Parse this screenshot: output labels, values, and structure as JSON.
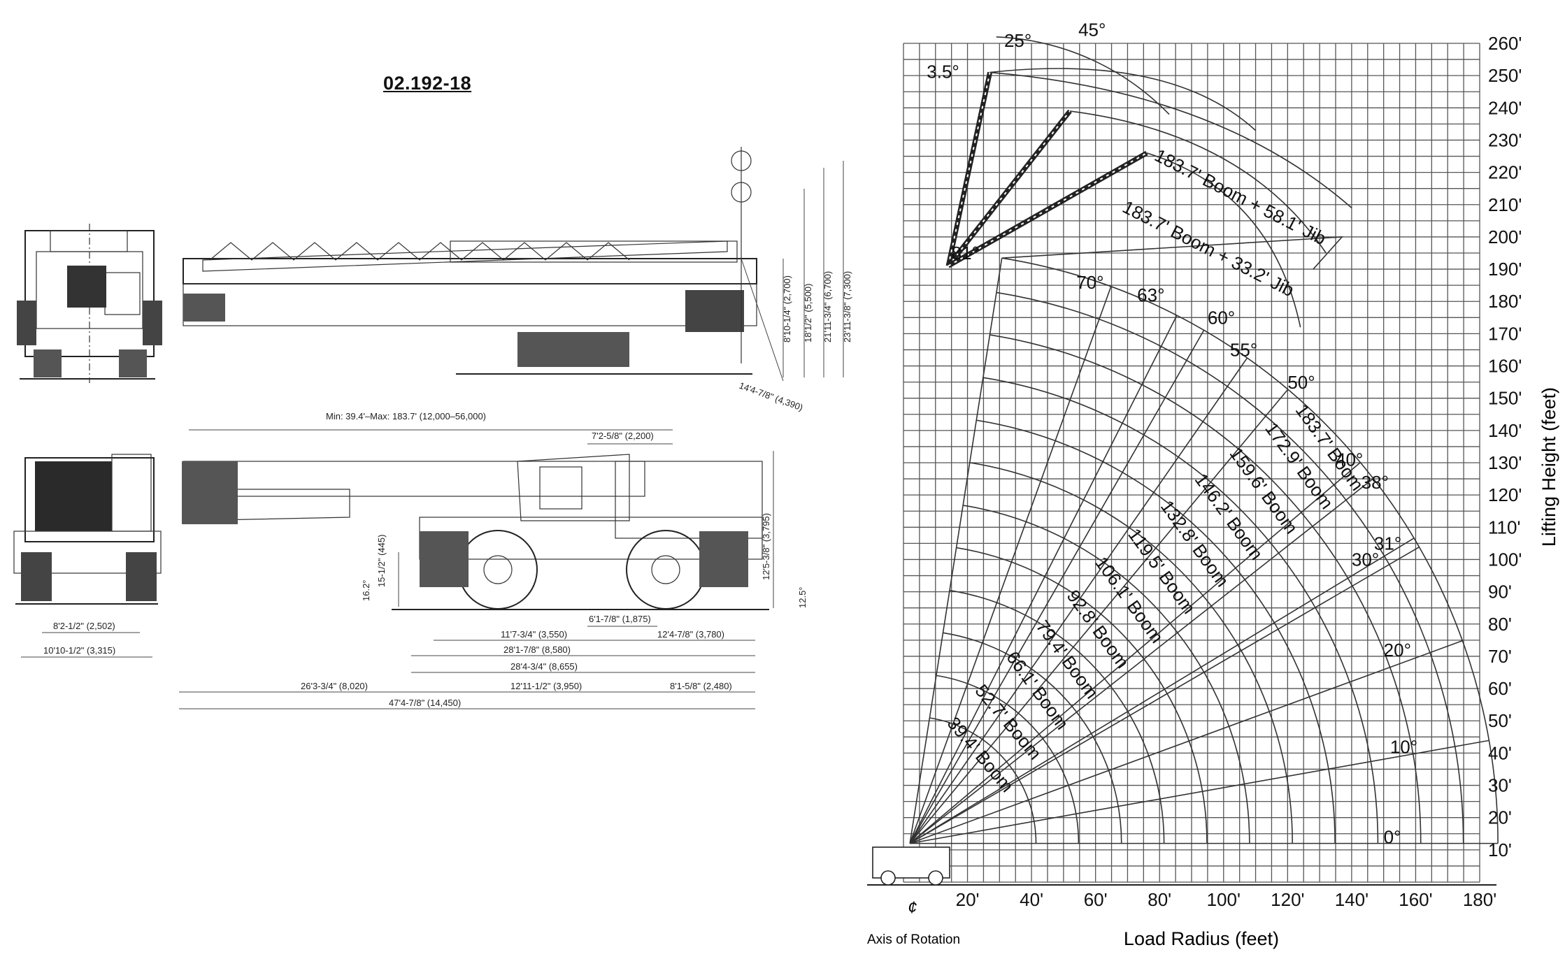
{
  "document_id": "02.192-18",
  "drawing": {
    "top_view_dims": [
      "8'10-1/4\" (2,700)",
      "18'1/2\" (5,500)",
      "21'11-3/4\" (6,700)",
      "23'11-3/8\" (7,300)",
      "14'4-7/8\" (4,390)"
    ],
    "side_view_dims": {
      "boom_length": "Min: 39.4'–Max: 183.7' (12,000–56,000)",
      "cab_length": "7'2-5/8\" (2,200)",
      "overall_height": "12'5-3/8\" (3,795)",
      "height_a": "15-1/2\" (445)",
      "angle_front": "16.2°",
      "angle_rear": "12.5°"
    },
    "front_view_dims": [
      "8'2-1/2\" (2,502)",
      "10'10-1/2\" (3,315)"
    ],
    "bottom_dims": [
      "6'1-7/8\" (1,875)",
      "11'7-3/4\" (3,550)",
      "12'4-7/8\" (3,780)",
      "28'1-7/8\" (8,580)",
      "28'4-3/4\" (8,655)",
      "26'3-3/4\" (8,020)",
      "12'11-1/2\" (3,950)",
      "8'1-5/8\" (2,480)",
      "47'4-7/8\" (14,450)"
    ]
  },
  "chart_data": {
    "type": "range-diagram",
    "xlabel": "Load Radius (feet)",
    "ylabel": "Lifting Height (feet)",
    "x_ticks": [
      "20'",
      "40'",
      "60'",
      "80'",
      "100'",
      "120'",
      "140'",
      "160'",
      "180'"
    ],
    "y_ticks": [
      "10'",
      "20'",
      "30'",
      "40'",
      "50'",
      "60'",
      "70'",
      "80'",
      "90'",
      "100'",
      "110'",
      "120'",
      "130'",
      "140'",
      "150'",
      "160'",
      "170'",
      "180'",
      "190'",
      "200'",
      "210'",
      "220'",
      "230'",
      "240'",
      "250'",
      "260'"
    ],
    "xlim": [
      0,
      180
    ],
    "ylim": [
      0,
      260
    ],
    "grid": true,
    "axis_of_rotation_label": "Axis of Rotation",
    "boom_lengths_ft": [
      39.4,
      52.7,
      66.1,
      79.4,
      92.8,
      106.1,
      119.5,
      132.8,
      146.2,
      159.6,
      172.9,
      183.7
    ],
    "boom_labels": [
      "39.4' Boom",
      "52.7' Boom",
      "66.1' Boom",
      "79.4' Boom",
      "92.8' Boom",
      "106.1' Boom",
      "119.5' Boom",
      "132.8' Boom",
      "146.2' Boom",
      "159.6' Boom",
      "172.9' Boom",
      "183.7' Boom"
    ],
    "boom_angles_deg": [
      "0°",
      "10°",
      "20°",
      "30°",
      "31°",
      "38°",
      "40°",
      "50°",
      "55°",
      "60°",
      "63°",
      "70°",
      "81°"
    ],
    "jib_labels": [
      "183.7' Boom + 58.1' Jib",
      "183.7' Boom + 33.2' Jib"
    ],
    "jib_offsets": [
      "3.5°",
      "25°",
      "45°"
    ]
  }
}
